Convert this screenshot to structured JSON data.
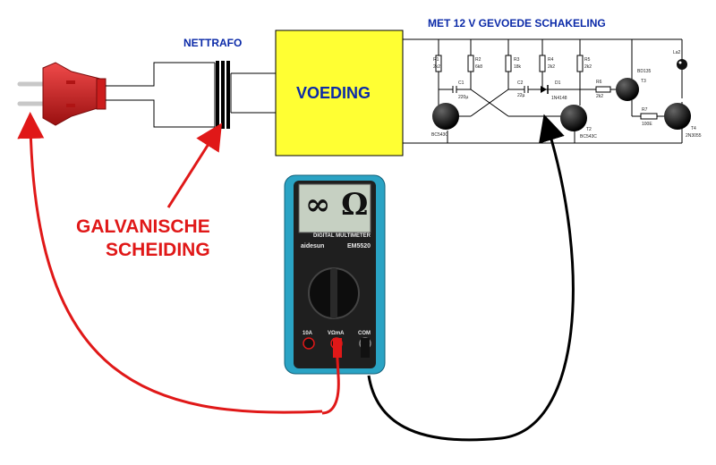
{
  "title_circuit": "MET 12 V GEVOEDE SCHAKELING",
  "label_transformer": "NETTRAFO",
  "label_supply": "VOEDING",
  "label_isolation_line1": "GALVANISCHE",
  "label_isolation_line2": "SCHEIDING",
  "multimeter": {
    "display": "∞ Ω",
    "caption": "DIGITAL MULTIMETER",
    "brand": "aidesun",
    "model": "EM5520",
    "jack_10a": "10A",
    "jack_ma": "VΩmA",
    "jack_com": "COM"
  },
  "components": {
    "r1": "R1",
    "r1_val": "2k2",
    "r2": "R2",
    "r2_val": "6k8",
    "r3": "R3",
    "r3_val": "18k",
    "r4": "R4",
    "r4_val": "2k2",
    "r5": "R5",
    "r5_val": "2k2",
    "r6": "R6",
    "r6_val": "2k2",
    "r7": "R7",
    "r7_val": "100E",
    "c1": "C1",
    "c1_val": "220µ",
    "c2": "C2",
    "c2_val": "22µ",
    "d1": "D1",
    "d1_val": "1N4148",
    "t1_type": "BC543C",
    "t2": "T2",
    "t2_type": "BC543C",
    "t3": "T3",
    "t3_type": "BD135",
    "t4": "T4",
    "t4_type": "2N3055",
    "lamp": "La2"
  },
  "colors": {
    "supply_box": "#ffff33",
    "arrow_red": "#e01818",
    "wire_black": "#000000",
    "text_blue": "#0b2aa8",
    "meter_case": "#2aa3c4",
    "plug_red": "#d42020"
  }
}
